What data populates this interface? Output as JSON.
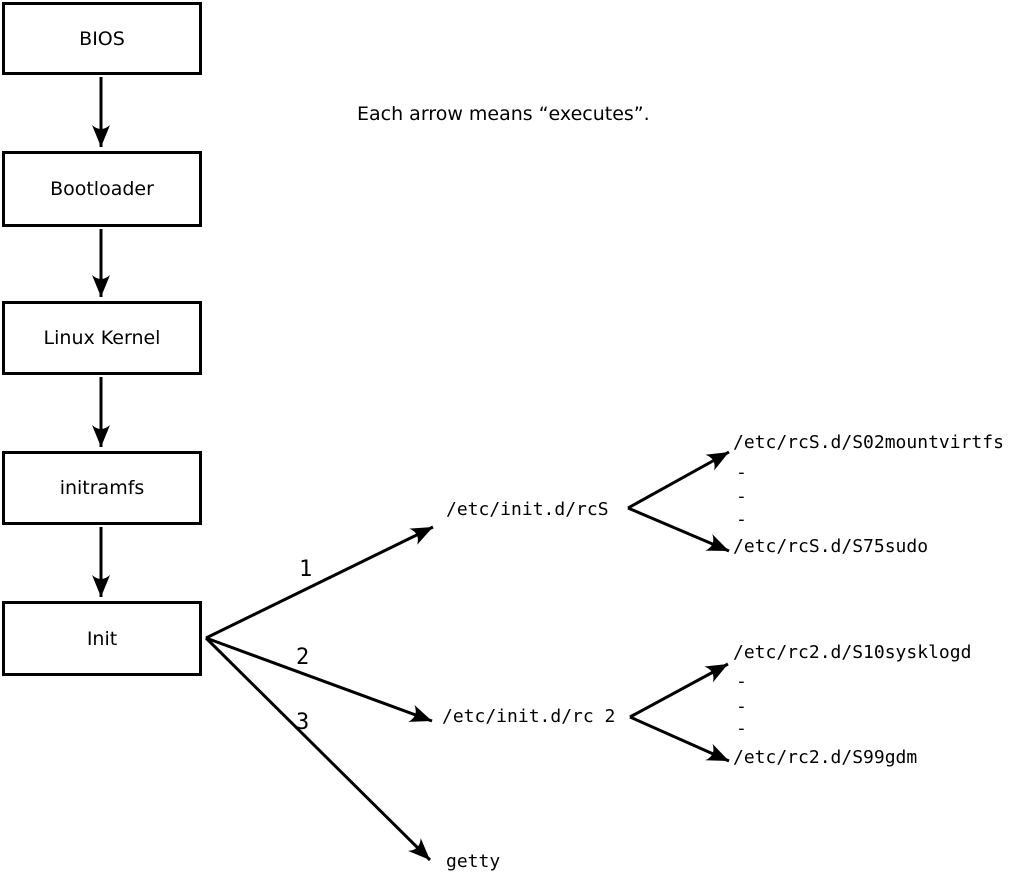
{
  "diagram": {
    "caption": "Each arrow means “executes”.",
    "boot_chain": [
      {
        "label": "BIOS"
      },
      {
        "label": "Bootloader"
      },
      {
        "label": "Linux Kernel"
      },
      {
        "label": "initramfs"
      },
      {
        "label": "Init"
      }
    ],
    "init_branches": [
      {
        "order": "1",
        "target": "/etc/init.d/rcS",
        "children": [
          "/etc/rcS.d/S02mountvirtfs",
          "-",
          "-",
          "-",
          "/etc/rcS.d/S75sudo"
        ]
      },
      {
        "order": "2",
        "target": "/etc/init.d/rc 2",
        "children": [
          "/etc/rc2.d/S10sysklogd",
          "-",
          "-",
          "-",
          "/etc/rc2.d/S99gdm"
        ]
      },
      {
        "order": "3",
        "target": "getty",
        "children": []
      }
    ],
    "colors": {
      "line": "#000000",
      "background": "#ffffff",
      "box_fill": "#ffffff"
    }
  }
}
